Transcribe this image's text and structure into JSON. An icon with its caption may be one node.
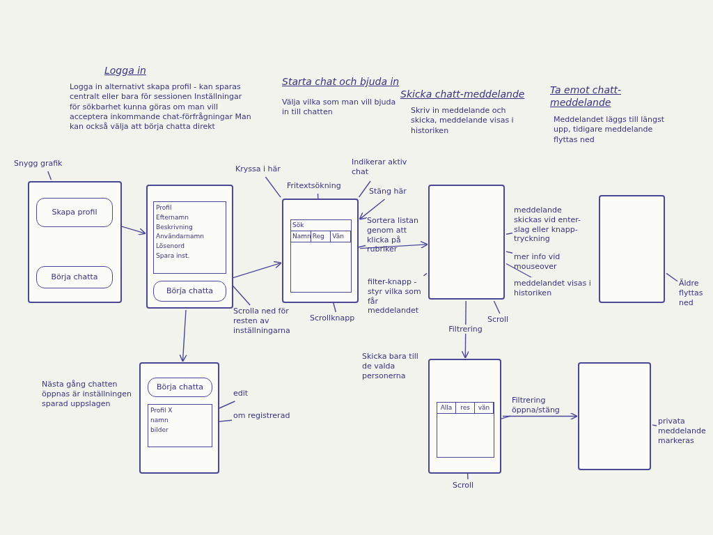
{
  "diagram": {
    "nodes": [
      {
        "text": [],
        "shape": "box"
      },
      {
        "text": [
          "Skapa profil"
        ],
        "in": 0
      },
      {
        "text": [
          "Börja chatta"
        ],
        "in": 0
      },
      {
        "text": [],
        "shape": "box"
      },
      {
        "text": [
          "Profil",
          "Efternamn",
          "Beskrivning",
          "Användarnamn",
          "Lösenord",
          "Spara inst."
        ],
        "in": 3
      },
      {
        "text": [
          "Börja chatta"
        ],
        "in": 3
      },
      {
        "text": [],
        "shape": "box"
      },
      {
        "text": [
          "Sök",
          "Namn",
          "Reg",
          "Vän"
        ],
        "in": 6
      },
      {
        "text": [],
        "shape": "box"
      },
      {
        "text": [],
        "shape": "box"
      },
      {
        "text": [],
        "shape": "box",
        "beside": [
          "Nästa gång chatten öppnas är inställningen sparad uppslagen"
        ]
      },
      {
        "text": [
          "Börja chatta"
        ],
        "in": 10
      },
      {
        "text": [
          "Profil X",
          "namn",
          "bilder"
        ],
        "in": 10
      },
      {
        "text": [],
        "shape": "box",
        "beside": [
          "Skicka bara till de valda personerna"
        ]
      },
      {
        "text": [
          "Alla",
          "res",
          "vän"
        ],
        "in": 13
      },
      {
        "text": [],
        "shape": "box"
      },
      {
        "text": [
          "Snygg grafik"
        ]
      },
      {
        "text": [
          "Scrolla ned för resten av inställningarna"
        ]
      },
      {
        "text": [
          "Kryssa i här"
        ]
      },
      {
        "text": [
          "Fritextsökning"
        ]
      },
      {
        "text": [
          "Indikerar aktiv chat"
        ]
      },
      {
        "text": [
          "Stäng här"
        ]
      },
      {
        "text": [
          "Sortera listan genom att klicka på rubriker"
        ]
      },
      {
        "text": [
          "Scrollknapp"
        ]
      },
      {
        "text": [
          "meddelande skickas vid enter-slag eller knapp-tryckning"
        ]
      },
      {
        "text": [
          "mer info vid mouseover"
        ]
      },
      {
        "text": [
          "filter-knapp -styr vilka som får meddelandet"
        ]
      },
      {
        "text": [
          "Scroll"
        ]
      },
      {
        "text": [
          "meddelandet visas i historiken"
        ]
      },
      {
        "text": [
          "Äldre flyttas ned"
        ]
      },
      {
        "text": [
          "edit"
        ]
      },
      {
        "text": [
          "om registrerad"
        ]
      },
      {
        "text": [
          "Filtrering öppna/stäng"
        ]
      },
      {
        "text": [
          "Scroll"
        ]
      },
      {
        "text": [
          "privata meddelande markeras"
        ]
      }
    ],
    "edges": [
      {
        "from": 1,
        "to": 3,
        "arrow": "to"
      },
      {
        "from": 5,
        "to": 6,
        "arrow": "to"
      },
      {
        "from": 6,
        "to": 8,
        "arrow": "to"
      },
      {
        "from": 3,
        "to": 10,
        "arrow": "to"
      },
      {
        "from": 8,
        "to": 13,
        "arrow": "to",
        "label": "Filtrering"
      },
      {
        "from": 13,
        "to": 15,
        "arrow": "to"
      },
      {
        "from": 16,
        "to": 0,
        "arrow": "none"
      },
      {
        "from": 17,
        "to": 4,
        "arrow": "none"
      },
      {
        "from": 18,
        "to": 6,
        "arrow": "none"
      },
      {
        "from": 19,
        "to": 7,
        "arrow": "none"
      },
      {
        "from": 20,
        "to": 6,
        "arrow": "none"
      },
      {
        "from": 21,
        "to": 6,
        "arrow": "to"
      },
      {
        "from": 22,
        "to": 7,
        "arrow": "none"
      },
      {
        "from": 23,
        "to": 7,
        "arrow": "none"
      },
      {
        "from": 24,
        "to": 8,
        "arrow": "none"
      },
      {
        "from": 25,
        "to": 8,
        "arrow": "none"
      },
      {
        "from": 26,
        "to": 8,
        "arrow": "none"
      },
      {
        "from": 27,
        "to": 8,
        "arrow": "none"
      },
      {
        "from": 28,
        "to": 8,
        "arrow": "none"
      },
      {
        "from": 29,
        "to": 9,
        "arrow": "none"
      },
      {
        "from": 30,
        "to": 12,
        "arrow": "none"
      },
      {
        "from": 31,
        "to": 12,
        "arrow": "none"
      },
      {
        "from": 32,
        "to": 14,
        "arrow": "none"
      },
      {
        "from": 33,
        "to": 14,
        "arrow": "none"
      },
      {
        "from": 34,
        "to": 15,
        "arrow": "none"
      }
    ],
    "labels": [
      "Logga in",
      "Logga in alternativt skapa profil - kan sparas centralt eller bara för sessionen Inställningar för sökbarhet kunna göras om man vill acceptera inkommande chat-förfrågningar Man kan också välja att börja chatta direkt",
      "Starta chat och bjuda in",
      "Välja vilka som man vill bjuda in till chatten",
      "Skicka chatt-meddelande",
      "Skriv in meddelande och skicka, meddelande visas i historiken",
      "Ta emot chatt-meddelande",
      "Meddelandet läggs till längst upp, tidigare meddelande flyttas ned"
    ]
  }
}
